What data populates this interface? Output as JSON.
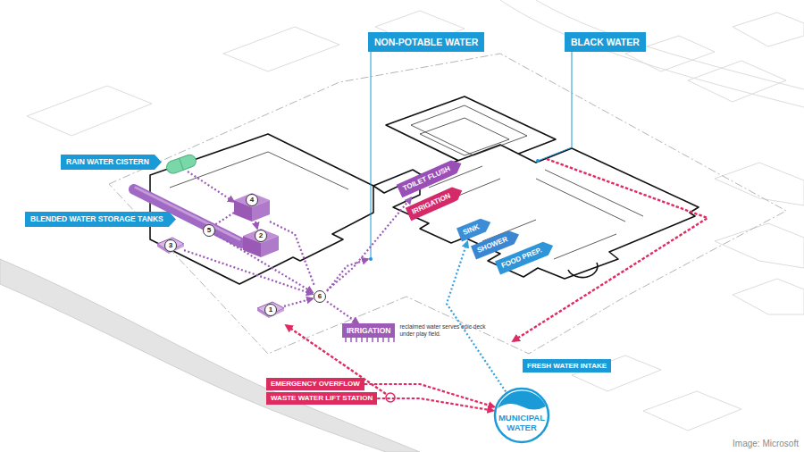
{
  "diagram": {
    "nodes": [
      {
        "text": [
          "NON-POTABLE WATER"
        ]
      },
      {
        "text": [
          "BLACK WATER"
        ]
      },
      {
        "text": [
          "RAIN WATER CISTERN"
        ]
      },
      {
        "text": [
          "BLENDED WATER STORAGE TANKS"
        ]
      },
      {
        "text": [
          "TOILET FLUSH"
        ]
      },
      {
        "text": [
          "IRRIGATION"
        ]
      },
      {
        "text": [
          "SINK"
        ]
      },
      {
        "text": [
          "SHOWER"
        ]
      },
      {
        "text": [
          "FOOD PREP."
        ]
      },
      {
        "text": [
          "4"
        ]
      },
      {
        "text": [
          "2"
        ]
      },
      {
        "text": [
          "5"
        ]
      },
      {
        "text": [
          "3"
        ]
      },
      {
        "text": [
          "6"
        ]
      },
      {
        "text": [
          "1"
        ]
      },
      {
        "text": [
          "IRRIGATION",
          "reclaimed water serves epic deck under play field."
        ]
      },
      {
        "text": [
          "EMERGENCY OVERFLOW"
        ]
      },
      {
        "text": [
          "WASTE WATER LIFT STATION"
        ]
      },
      {
        "text": [
          "FRESH WATER INTAKE"
        ]
      },
      {
        "text": [
          "MUNICIPAL WATER"
        ]
      }
    ],
    "edges": [
      {
        "from": 9,
        "to": 10,
        "arrow": "to"
      },
      {
        "from": 11,
        "to": 13,
        "arrow": "to"
      },
      {
        "from": 12,
        "to": 13,
        "arrow": "to"
      },
      {
        "from": 14,
        "to": 13,
        "arrow": "to"
      },
      {
        "from": 13,
        "to": 15,
        "arrow": "to"
      },
      {
        "from": 13,
        "to": 4,
        "arrow": "to"
      },
      {
        "from": 16,
        "to": 19,
        "arrow": "to"
      },
      {
        "from": 17,
        "to": 19,
        "arrow": "to"
      },
      {
        "from": 19,
        "to": 6,
        "arrow": "to"
      }
    ],
    "labels": [
      "Image: Microsoft"
    ]
  }
}
